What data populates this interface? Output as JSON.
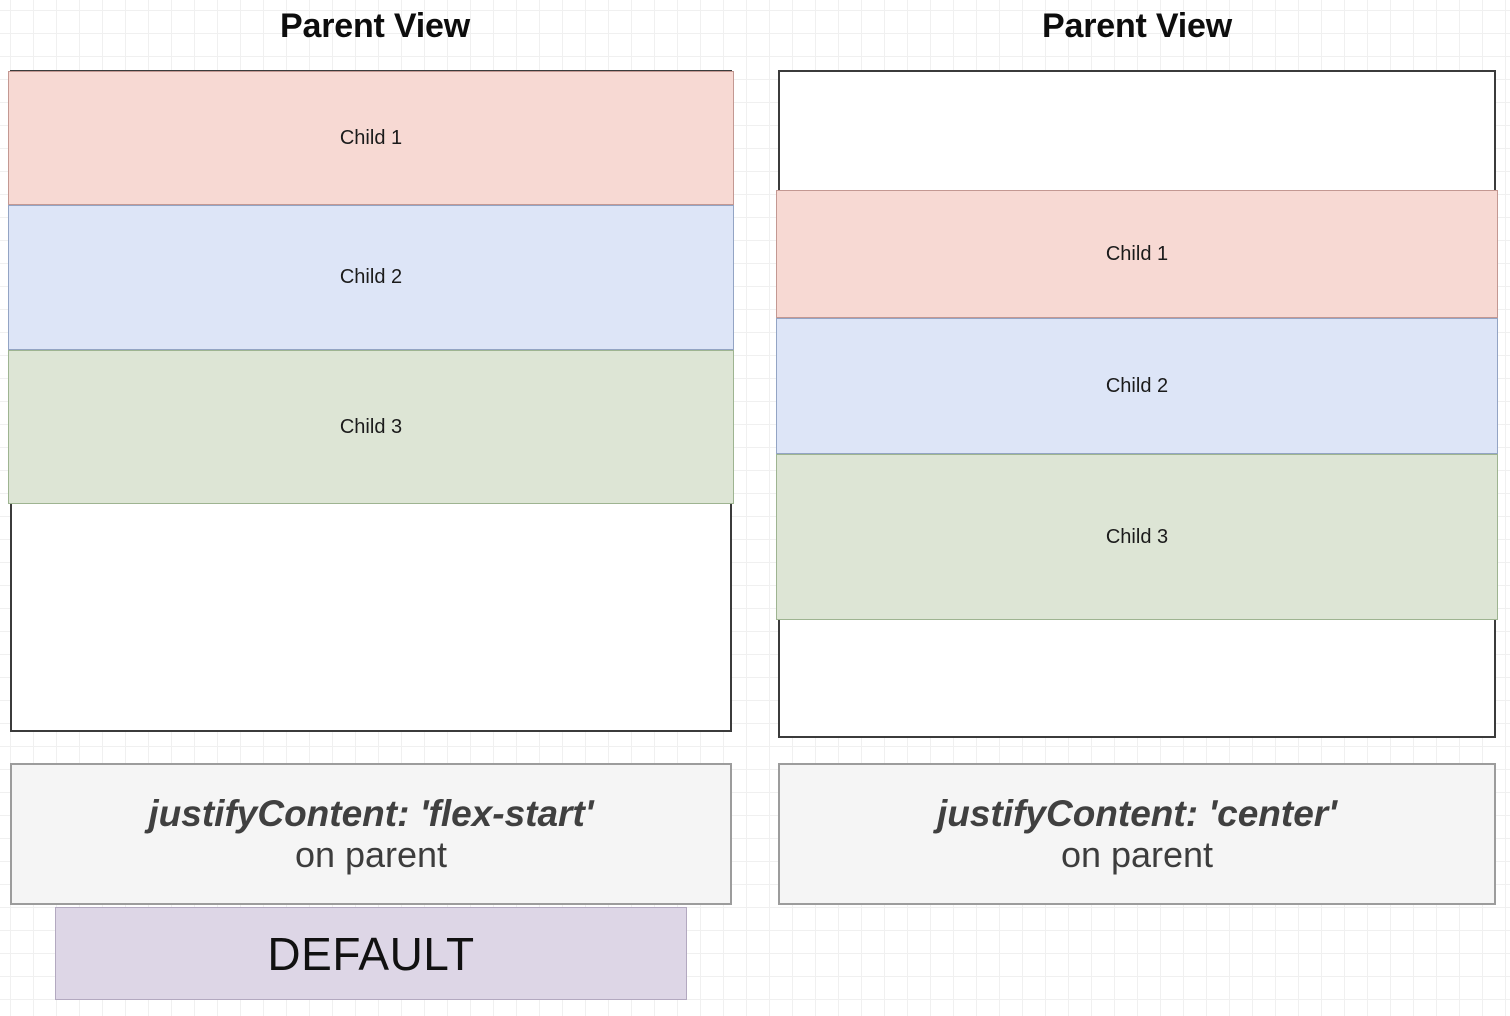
{
  "diagram": {
    "title_text": "Parent View",
    "panels": [
      {
        "id": "flex-start",
        "title": "Parent View",
        "children": [
          {
            "label": "Child 1",
            "color": "#f7d9d3"
          },
          {
            "label": "Child 2",
            "color": "#dde5f7"
          },
          {
            "label": "Child 3",
            "color": "#dde5d5"
          }
        ],
        "caption": {
          "property_line": "justifyContent: 'flex-start'",
          "target_line": "on parent"
        },
        "badge": {
          "label": "DEFAULT",
          "color": "#ddd6e6"
        }
      },
      {
        "id": "center",
        "title": "Parent View",
        "children": [
          {
            "label": "Child 1",
            "color": "#f7d9d3"
          },
          {
            "label": "Child 2",
            "color": "#dde5f7"
          },
          {
            "label": "Child 3",
            "color": "#dde5d5"
          }
        ],
        "caption": {
          "property_line": "justifyContent: 'center'",
          "target_line": "on parent"
        },
        "badge": null
      }
    ],
    "colors": {
      "child_1_fill": "#f7d9d3",
      "child_1_stroke": "#c39892",
      "child_2_fill": "#dde5f7",
      "child_2_stroke": "#93a4c4",
      "child_3_fill": "#dde5d5",
      "child_3_stroke": "#9eb491",
      "parent_stroke": "#3b3b3b",
      "caption_fill": "#f5f5f5",
      "caption_stroke": "#9c9c9c",
      "badge_fill": "#ddd6e6",
      "badge_stroke": "#b3a9c0",
      "grid_line": "#f0f0f0",
      "canvas_background": "#ffffff"
    }
  }
}
